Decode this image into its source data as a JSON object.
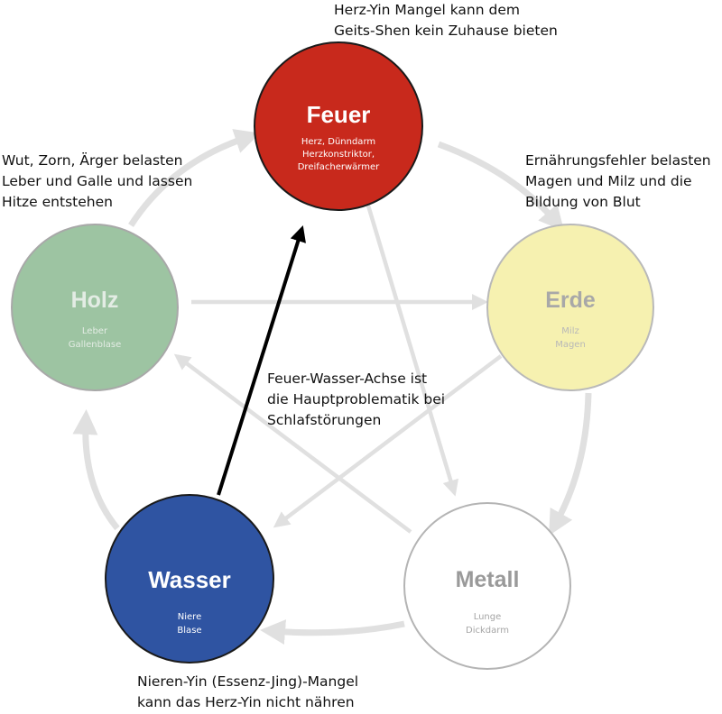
{
  "elements": {
    "feuer": {
      "title": "Feuer",
      "organs": [
        "Herz, Dünndarm",
        "Herzkonstriktor,",
        "Dreifacherwärmer"
      ],
      "fill": "#c8291c",
      "stroke": "#1a1a1a",
      "text_color": "#ffffff"
    },
    "erde": {
      "title": "Erde",
      "organs": [
        "Milz",
        "Magen"
      ],
      "fill": "#f6f1b0",
      "stroke": "#b9b9b9",
      "text_color": "#a8a8a8"
    },
    "metall": {
      "title": "Metall",
      "organs": [
        "Lunge",
        "Dickdarm"
      ],
      "fill": "#ffffff",
      "stroke": "#b4b4b4",
      "text_color": "#9a9a9a"
    },
    "wasser": {
      "title": "Wasser",
      "organs": [
        "Niere",
        "Blase"
      ],
      "fill": "#2f54a2",
      "stroke": "#1a1a1a",
      "text_color": "#ffffff"
    },
    "holz": {
      "title": "Holz",
      "organs": [
        "Leber",
        "Gallenblase"
      ],
      "fill": "#9dc4a2",
      "stroke": "#a8a8a8",
      "text_color": "#e3ece4"
    }
  },
  "annotations": {
    "top": "Herz-Yin Mangel kann dem\nGeits-Shen kein Zuhause bieten",
    "left": "Wut, Zorn, Ärger belasten\nLeber und Galle und lassen\nHitze entstehen",
    "right": "Ernährungsfehler belasten\nMagen und Milz und die\nBildung von Blut",
    "center": "Feuer-Wasser-Achse ist\ndie Hauptproblematik bei\nSchlafstörungen",
    "bottom": "Nieren-Yin (Essenz-Jing)-Mangel\nkann das Herz-Yin nicht nähren"
  },
  "colors": {
    "cycle_arrow": "#e0e0e0",
    "main_arrow": "#000000"
  }
}
